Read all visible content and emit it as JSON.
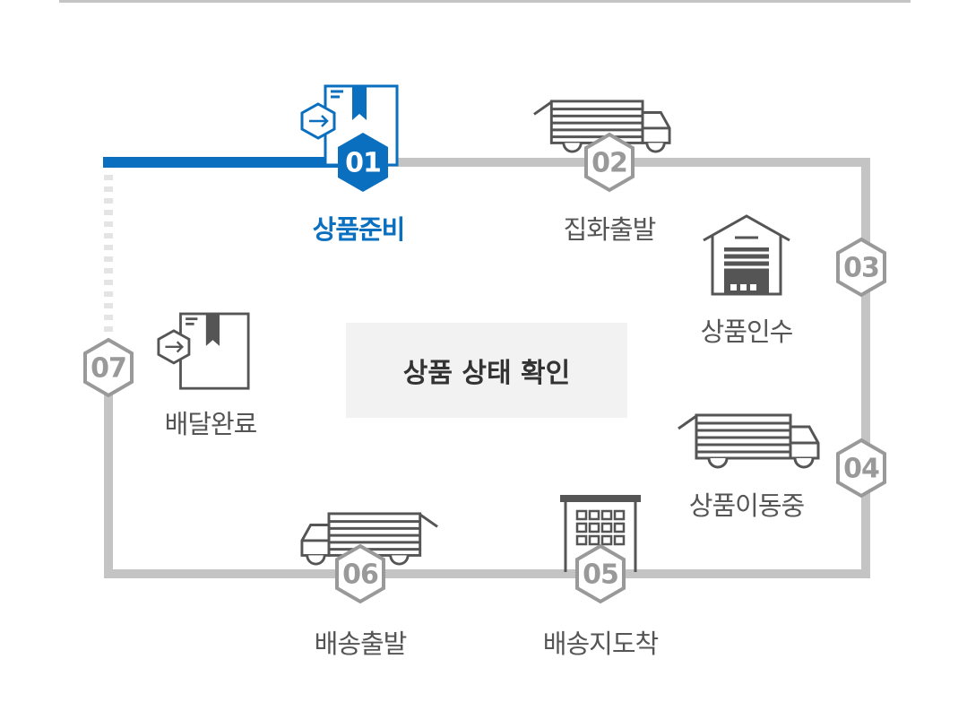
{
  "title": "상품 상태 확인",
  "active_step": 1,
  "colors": {
    "active": "#0a6fbf",
    "track": "#c4c4c4",
    "icon": "#555555",
    "hex_outline": "#999999"
  },
  "steps": [
    {
      "number": "01",
      "label": "상품준비",
      "icon": "package-box-icon"
    },
    {
      "number": "02",
      "label": "집화출발",
      "icon": "truck-icon"
    },
    {
      "number": "03",
      "label": "상품인수",
      "icon": "warehouse-icon"
    },
    {
      "number": "04",
      "label": "상품이동중",
      "icon": "truck-icon"
    },
    {
      "number": "05",
      "label": "배송지도착",
      "icon": "building-icon"
    },
    {
      "number": "06",
      "label": "배송출발",
      "icon": "truck-icon"
    },
    {
      "number": "07",
      "label": "배달완료",
      "icon": "package-box-icon"
    }
  ]
}
